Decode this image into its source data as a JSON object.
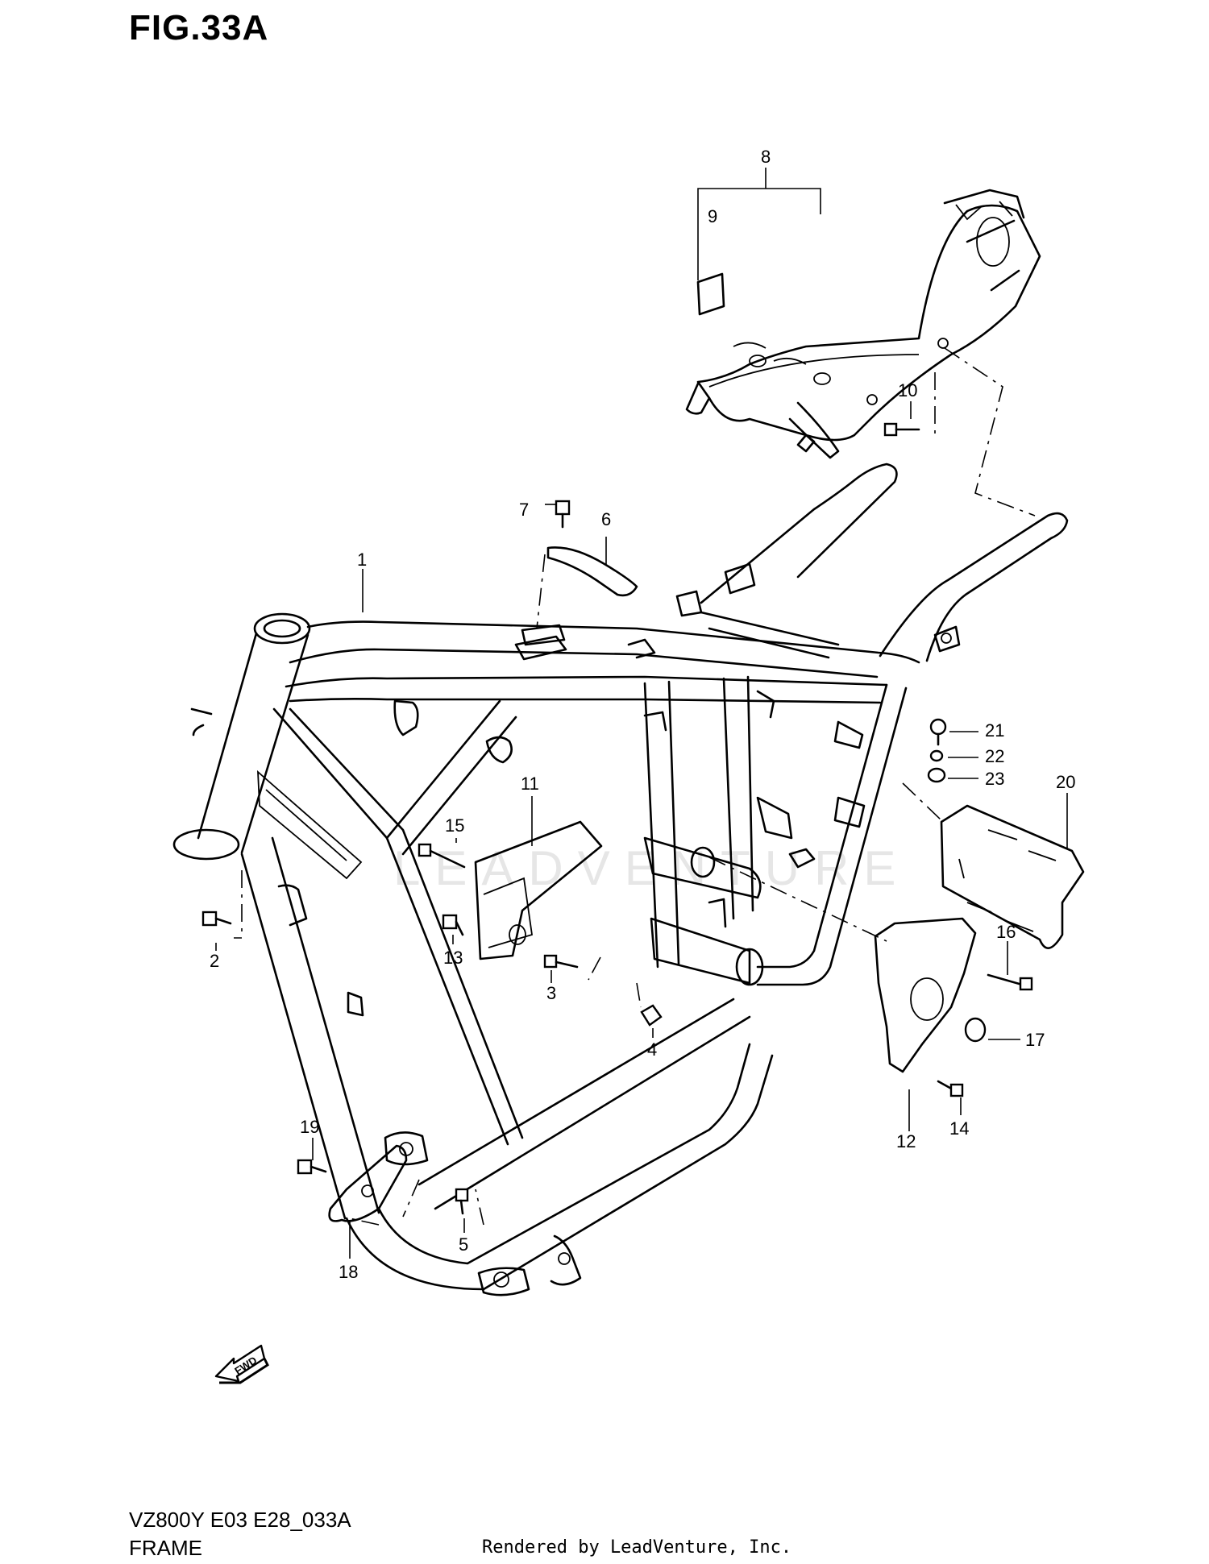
{
  "figure": {
    "title": "FIG.33A"
  },
  "callouts": [
    "1",
    "2",
    "3",
    "4",
    "5",
    "6",
    "7",
    "8",
    "9",
    "10",
    "11",
    "12",
    "13",
    "14",
    "15",
    "16",
    "17",
    "18",
    "19",
    "20",
    "21",
    "22",
    "23"
  ],
  "fwd_label": "FWD",
  "watermark": "LEADVENTURE",
  "footer": {
    "model_code": "VZ800Y E03 E28_033A",
    "section_name": "FRAME",
    "rendered_by": "Rendered by LeadVenture, Inc."
  }
}
